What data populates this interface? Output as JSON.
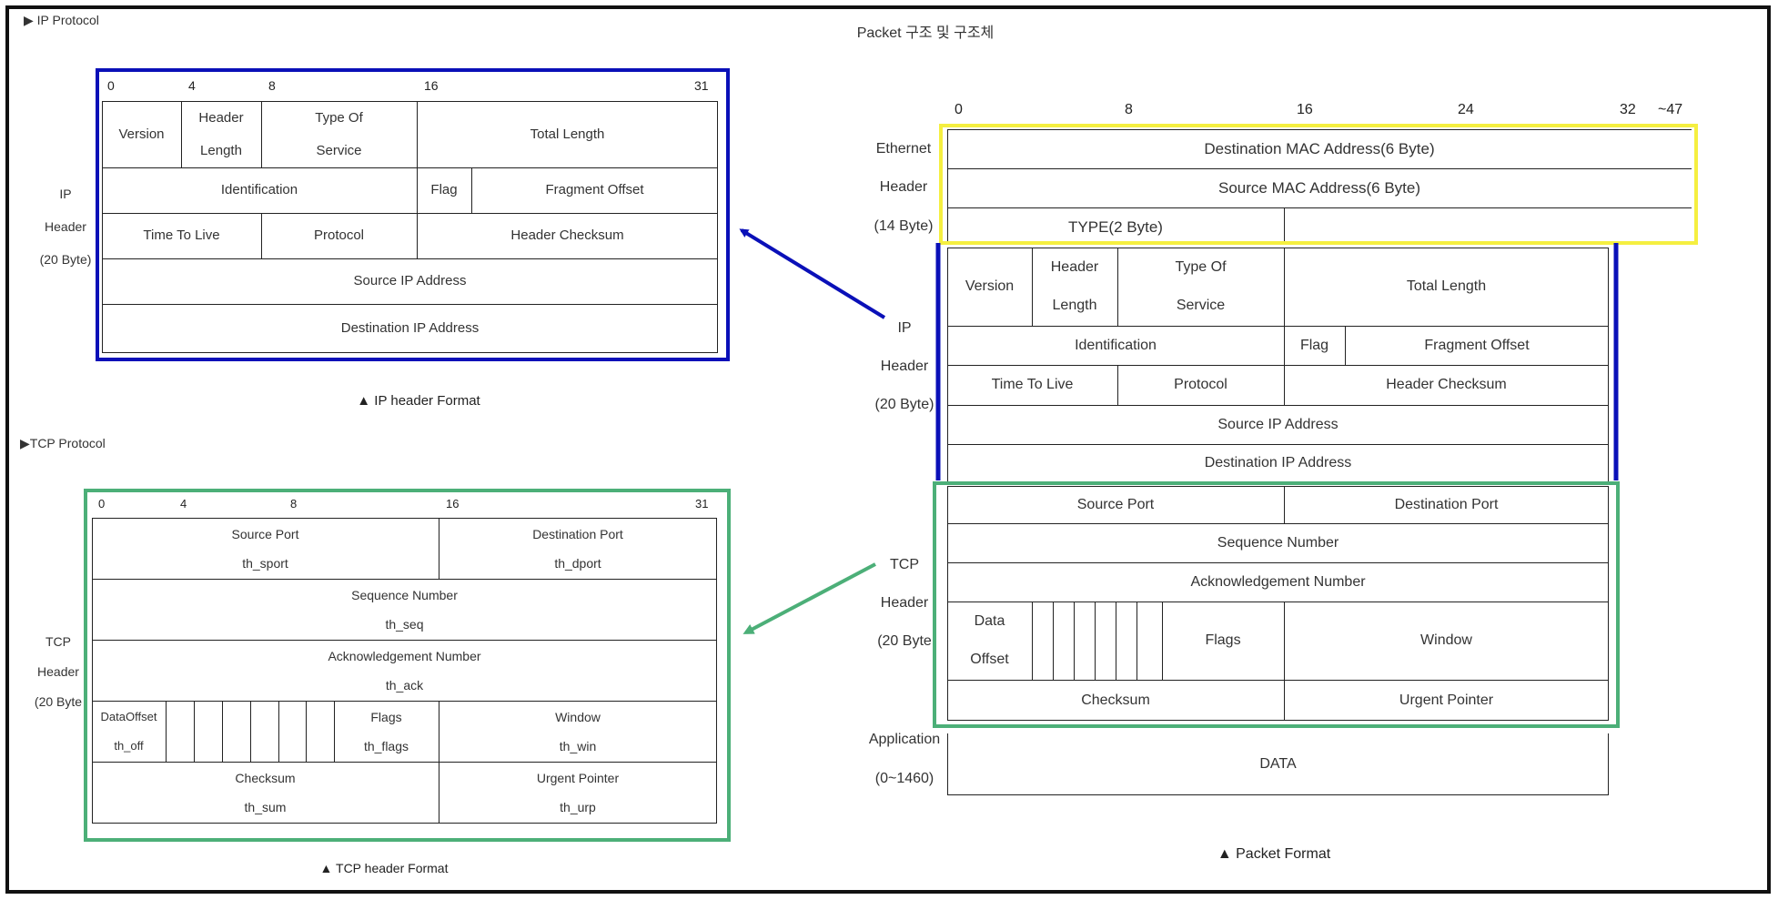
{
  "title": "Packet 구조 및 구조체",
  "ip_section": {
    "heading": "▶ IP Protocol",
    "side_label": [
      "IP",
      "Header",
      "(20 Byte)"
    ],
    "bits": [
      "0",
      "4",
      "8",
      "16",
      "31"
    ],
    "cells": {
      "version": "Version",
      "header_length": [
        "Header",
        "Length"
      ],
      "type_of_service": [
        "Type Of",
        "Service"
      ],
      "total_length": "Total Length",
      "identification": "Identification",
      "flag": "Flag",
      "fragment_offset": "Fragment Offset",
      "ttl": "Time To Live",
      "protocol": "Protocol",
      "checksum": "Header Checksum",
      "src_ip": "Source IP Address",
      "dst_ip": "Destination IP Address"
    },
    "caption": "▲ IP header Format"
  },
  "tcp_section": {
    "heading": "▶TCP Protocol",
    "side_label": [
      "TCP",
      "Header",
      "(20 Byte"
    ],
    "bits": [
      "0",
      "4",
      "8",
      "16",
      "31"
    ],
    "cells": {
      "src_port": [
        "Source Port",
        "th_sport"
      ],
      "dst_port": [
        "Destination Port",
        "th_dport"
      ],
      "seq": [
        "Sequence Number",
        "th_seq"
      ],
      "ack": [
        "Acknowledgement Number",
        "th_ack"
      ],
      "data_offset": [
        "DataOffset",
        "th_off"
      ],
      "flags": [
        "Flags",
        "th_flags"
      ],
      "window": [
        "Window",
        "th_win"
      ],
      "checksum": [
        "Checksum",
        "th_sum"
      ],
      "urgent": [
        "Urgent Pointer",
        "th_urp"
      ]
    },
    "caption": "▲ TCP header Format"
  },
  "packet_section": {
    "bits": [
      "0",
      "8",
      "16",
      "24",
      "32",
      "~47"
    ],
    "ethernet_label": [
      "Ethernet",
      "Header",
      "(14 Byte)"
    ],
    "ethernet": {
      "dst_mac": "Destination MAC Address(6 Byte)",
      "src_mac": "Source MAC Address(6 Byte)",
      "type": "TYPE(2 Byte)"
    },
    "ip_label": [
      "IP",
      "Header",
      "(20 Byte)"
    ],
    "ip": {
      "version": "Version",
      "header_length": [
        "Header",
        "Length"
      ],
      "type_of_service": [
        "Type Of",
        "Service"
      ],
      "total_length": "Total Length",
      "identification": "Identification",
      "flag": "Flag",
      "fragment_offset": "Fragment Offset",
      "ttl": "Time To Live",
      "protocol": "Protocol",
      "checksum": "Header Checksum",
      "src_ip": "Source IP Address",
      "dst_ip": "Destination IP Address"
    },
    "tcp_label": [
      "TCP",
      "Header",
      "(20 Byte"
    ],
    "tcp": {
      "src_port": "Source Port",
      "dst_port": "Destination Port",
      "seq": "Sequence Number",
      "ack": "Acknowledgement Number",
      "data_offset": [
        "Data",
        "Offset"
      ],
      "flags": "Flags",
      "window": "Window",
      "checksum": "Checksum",
      "urgent": "Urgent Pointer"
    },
    "app_label": [
      "Application",
      "(0~1460)"
    ],
    "data": "DATA",
    "caption": "▲  Packet Format"
  },
  "colors": {
    "ip_box": "#0a10b8",
    "tcp_box": "#4caf78",
    "ethernet_box": "#f5ef40",
    "arrow_ip": "#0a10b8",
    "arrow_tcp": "#4caf78"
  }
}
